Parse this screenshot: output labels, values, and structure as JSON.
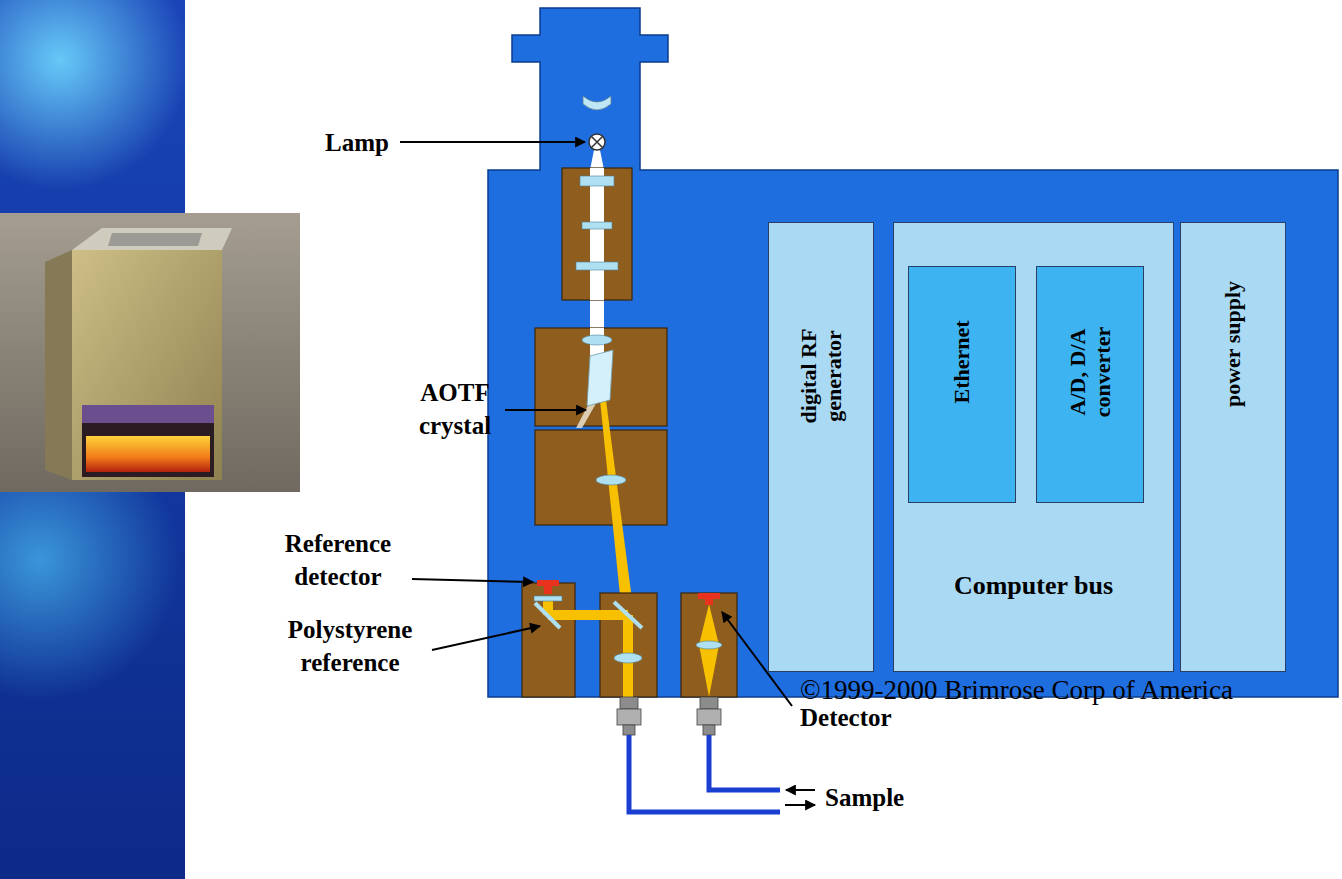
{
  "diagram": {
    "nodes": [
      {
        "text": [
          "digital RF generator"
        ]
      },
      {
        "text": [
          "Computer bus"
        ]
      },
      {
        "text": [
          "Ethernet"
        ],
        "in": 1
      },
      {
        "text": [
          "A/D, D/A converter"
        ],
        "in": 1
      },
      {
        "text": [
          "power supply"
        ]
      }
    ],
    "labels": [
      "Lamp",
      "AOTF crystal",
      "Reference detector",
      "Polystyrene reference",
      "Detector",
      "Sample",
      "©1999-2000 Brimrose Corp of America"
    ]
  }
}
